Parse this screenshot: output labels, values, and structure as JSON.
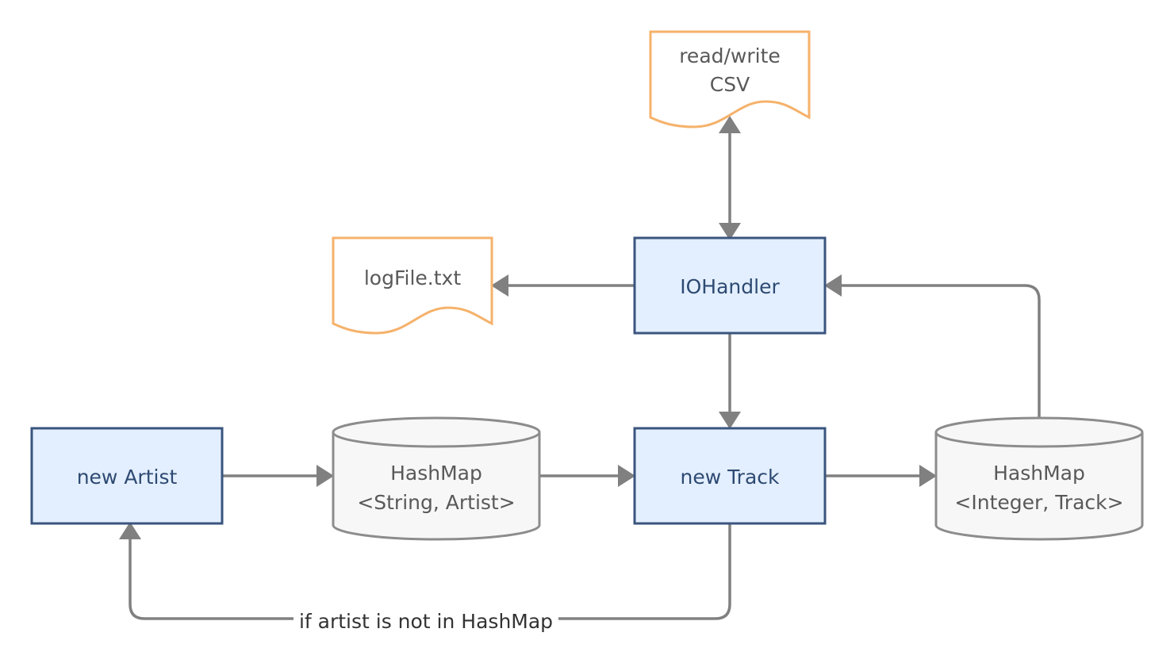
{
  "nodes": {
    "csv_doc": {
      "line1": "read/write",
      "line2": "CSV"
    },
    "logfile_doc": {
      "label": "logFile.txt"
    },
    "iohandler": {
      "label": "IOHandler"
    },
    "new_artist": {
      "label": "new Artist"
    },
    "artist_map": {
      "line1": "HashMap",
      "line2": "<String, Artist>"
    },
    "new_track": {
      "label": "new Track"
    },
    "track_map": {
      "line1": "HashMap",
      "line2": "<Integer, Track>"
    }
  },
  "edges": {
    "track_to_artist_label": "if artist is not in HashMap"
  },
  "colors": {
    "process_fill": "#e3efff",
    "process_stroke": "#3a557e",
    "document_stroke": "#f5b26b",
    "store_stroke": "#8c8c8c",
    "connector": "#808080"
  }
}
